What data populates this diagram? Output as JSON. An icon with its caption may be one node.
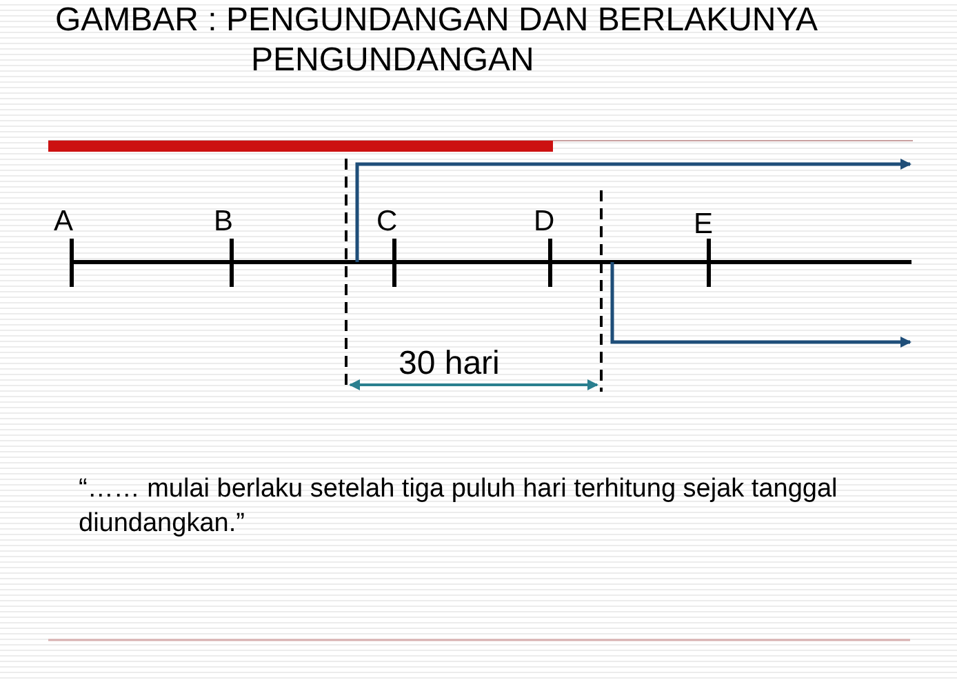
{
  "diagram": {
    "title": "GAMBAR : PENGUNDANGAN DAN BERLAKUNYA PENGUNDANGAN",
    "labels": [
      "A",
      "B",
      "C",
      "D",
      "E",
      "30 hari",
      "“…… mulai berlaku setelah tiga puluh hari terhitung sejak tanggal diundangkan.”"
    ]
  }
}
